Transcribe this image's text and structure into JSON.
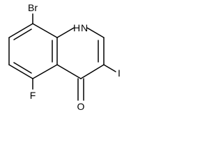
{
  "molecule": {
    "labels": {
      "bromine": "Br",
      "nitrogen_h": "H",
      "nitrogen": "N",
      "iodine": "I",
      "fluorine": "F",
      "oxygen": "O"
    }
  }
}
